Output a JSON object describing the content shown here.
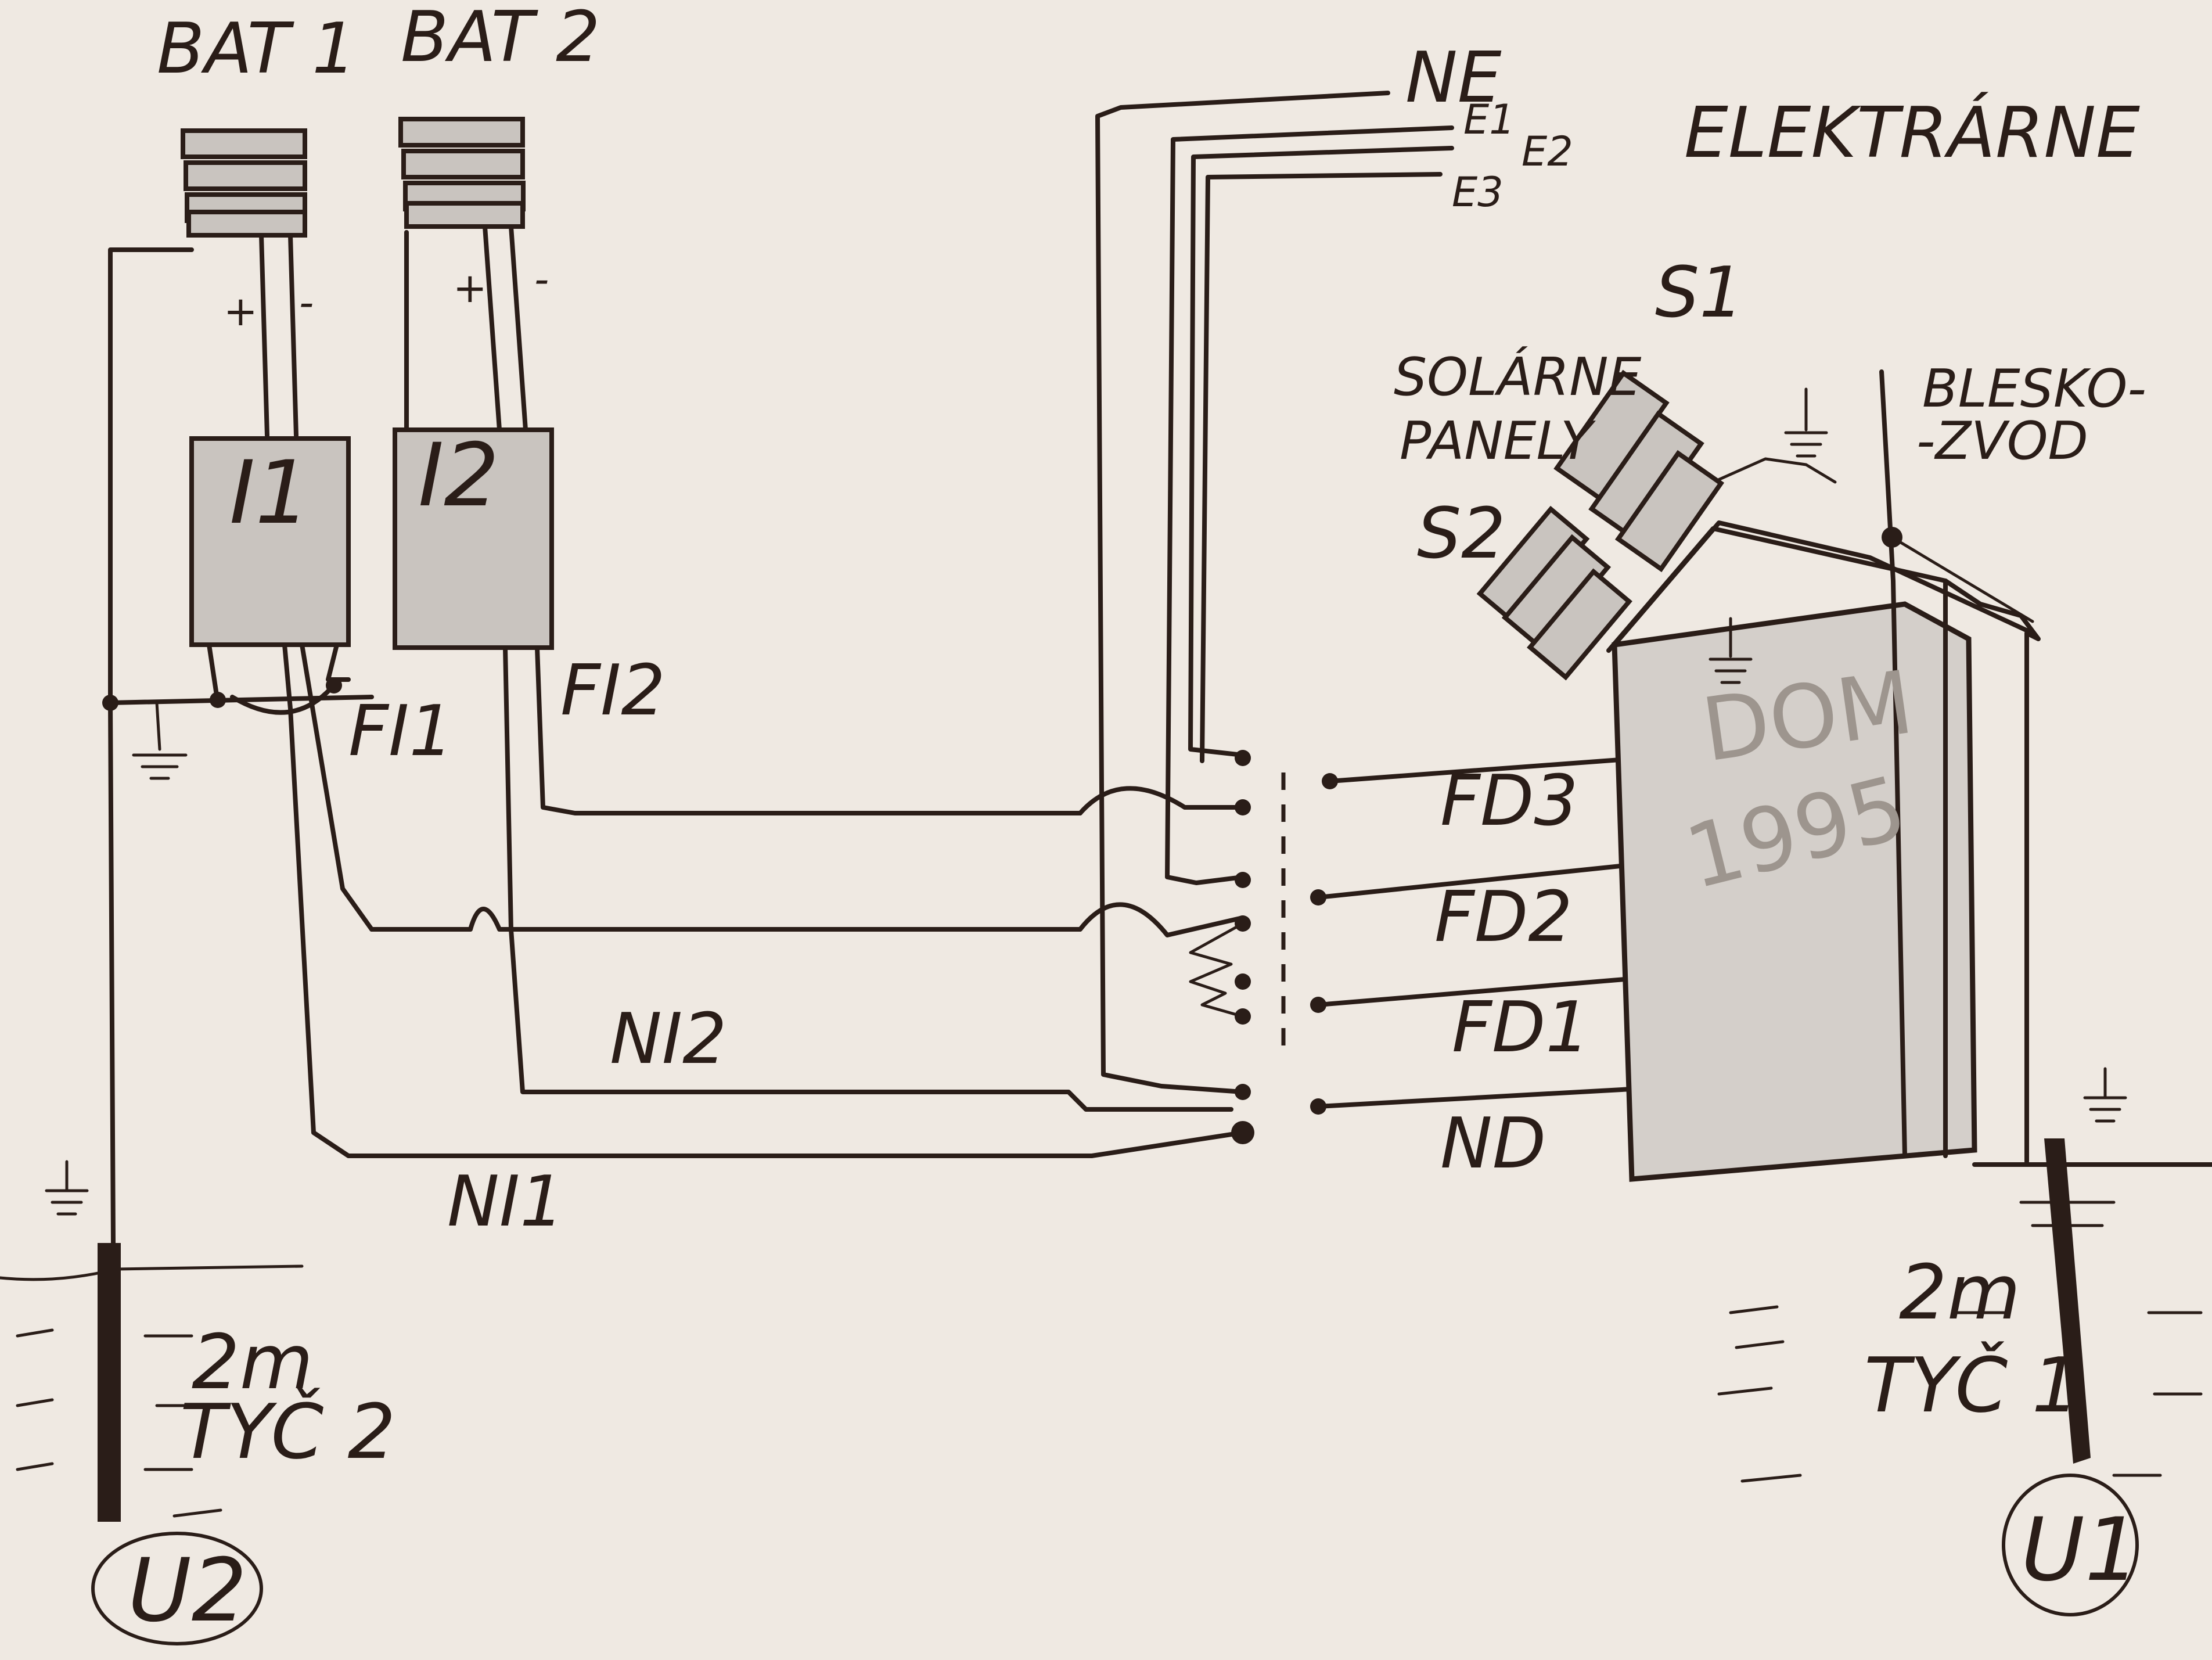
{
  "labels": {
    "bat1": "BAT 1",
    "bat2": "BAT 2",
    "plus": "+",
    "minus": "-",
    "inverter1": "I1",
    "inverter2": "I2",
    "f_i1": "FI1",
    "f_i2": "FI2",
    "n_i1": "NI1",
    "n_i2": "NI2",
    "ne": "NE",
    "e1": "E1",
    "e2": "E2",
    "e3": "E3",
    "plant": "ELEKTRÁRNE",
    "s1": "S1",
    "s2": "S2",
    "solar_line1": "SOLÁRNE",
    "solar_line2": "PANELY",
    "lightning_line1": "BLESKO-",
    "lightning_line2": "-ZVOD",
    "house_line1": "DOM",
    "house_line2": "1995",
    "fd3": "FD3",
    "fd2": "FD2",
    "fd1": "FD1",
    "nd": "ND",
    "depth_left": "2m",
    "rod_left": "TYČ 2",
    "depth_right": "2m",
    "rod_right": "TYČ 1",
    "u2": "U2",
    "u1": "U1"
  }
}
